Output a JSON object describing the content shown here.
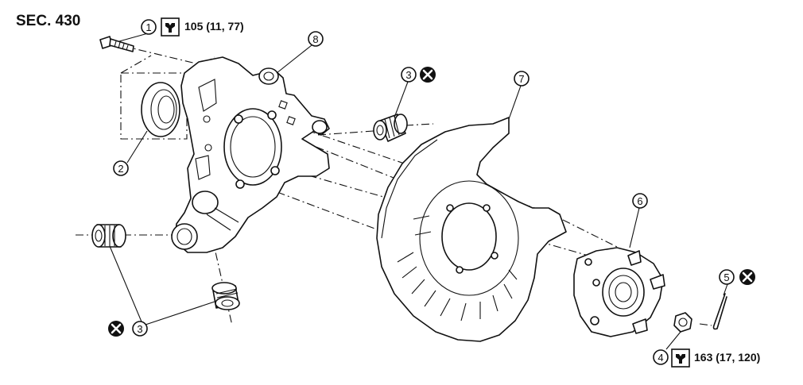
{
  "section": "SEC. 430",
  "callouts": [
    {
      "id": "1",
      "torque": "105 (11, 77)"
    },
    {
      "id": "2"
    },
    {
      "id": "3"
    },
    {
      "id": "3"
    },
    {
      "id": "4",
      "torque": "163 (17, 120)"
    },
    {
      "id": "5"
    },
    {
      "id": "6"
    },
    {
      "id": "7"
    },
    {
      "id": "8"
    }
  ],
  "icons": [
    "torque-wrench-icon",
    "do-not-reuse-icon"
  ]
}
